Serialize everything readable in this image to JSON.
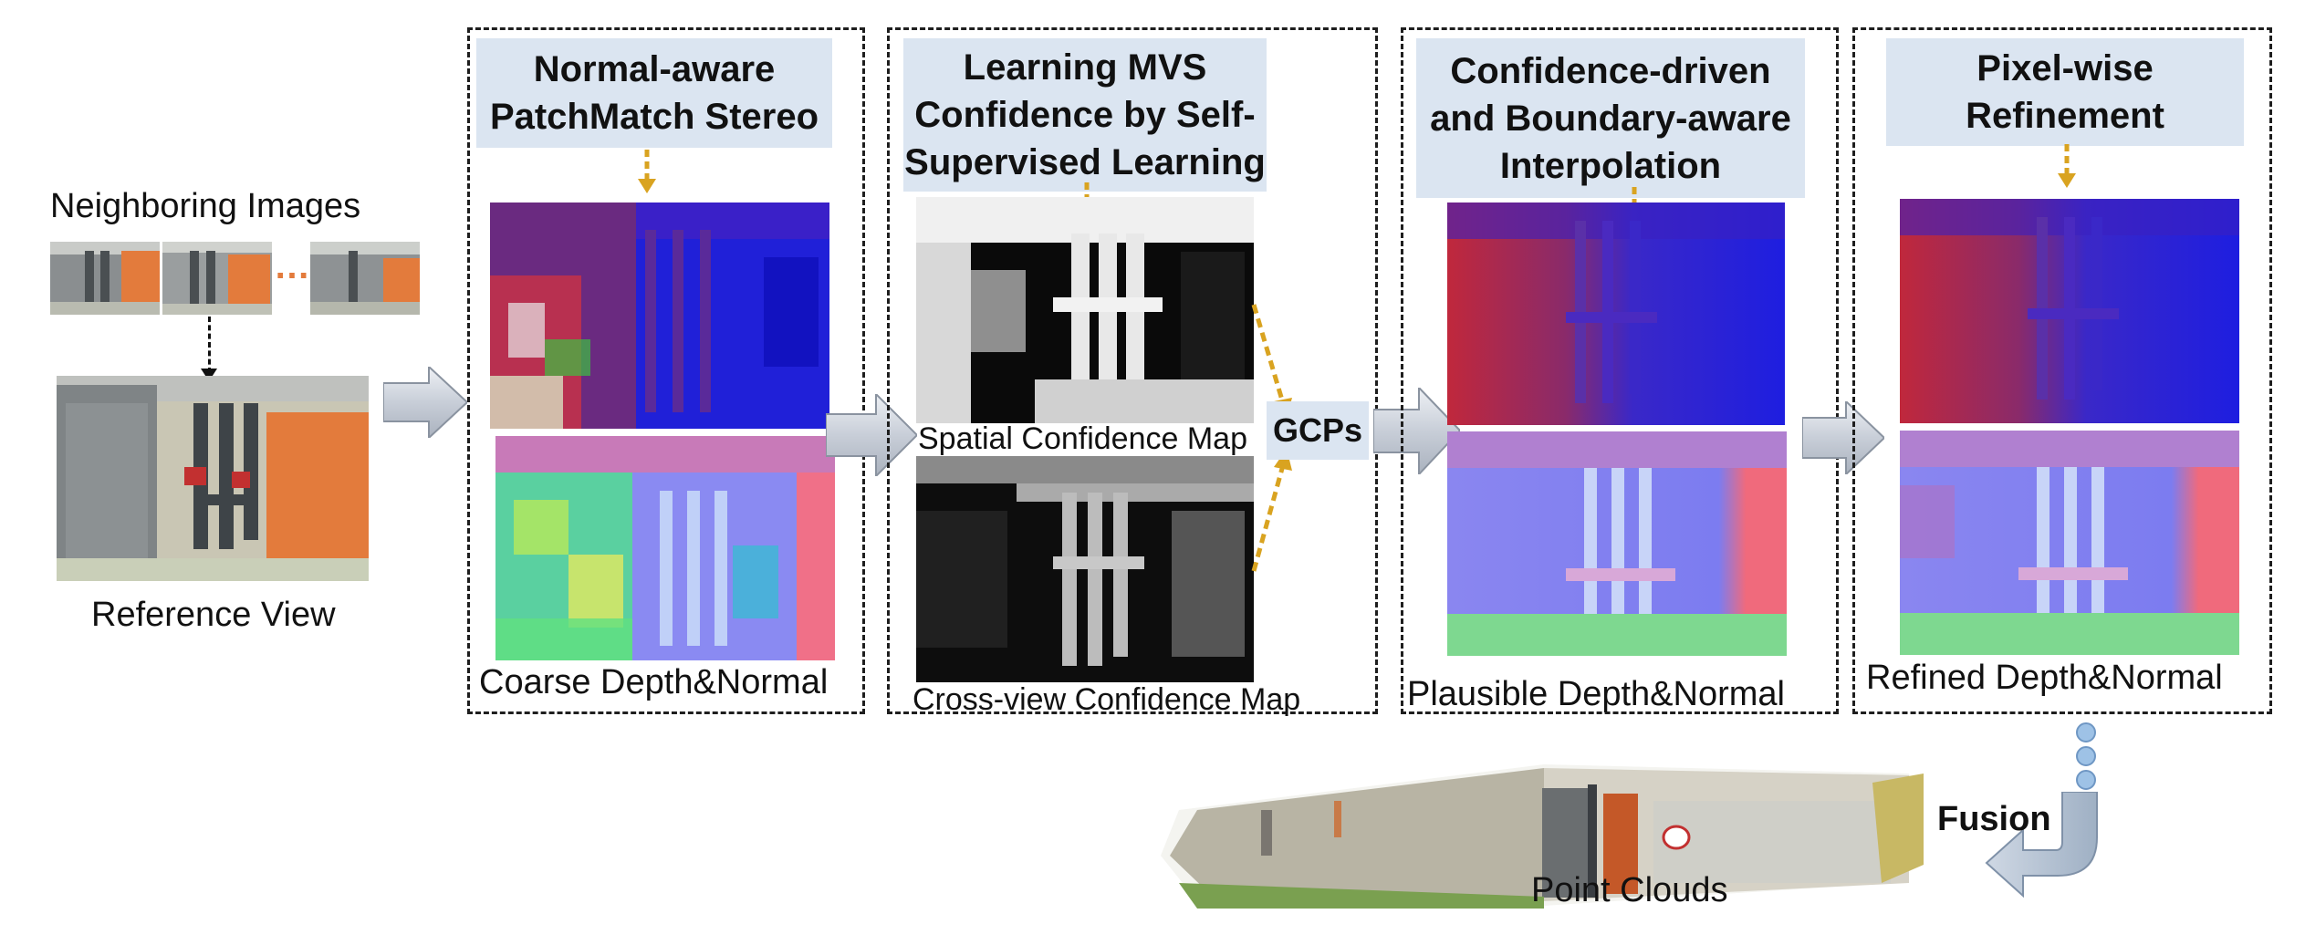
{
  "colors": {
    "title_bg": "#dbe5f1",
    "arrow_gold": "#d9a320",
    "arrow_gray": "#c9ced6",
    "dot_blue": "#9ec2e6",
    "orange": "#e37b3c"
  },
  "inputs": {
    "neighboring_label": "Neighboring Images",
    "reference_label": "Reference View",
    "ellipsis": "……"
  },
  "stage1": {
    "title": "Normal-aware PatchMatch Stereo",
    "caption": "Coarse Depth&Normal"
  },
  "stage2": {
    "title": "Learning MVS Confidence by Self-Supervised Learning",
    "spatial_label": "Spatial Confidence Map",
    "crossview_label": "Cross-view  Confidence Map",
    "gcps": "GCPs"
  },
  "stage3": {
    "title": "Confidence-driven and Boundary-aware Interpolation",
    "caption": "Plausible Depth&Normal"
  },
  "stage4": {
    "title": "Pixel-wise Refinement",
    "caption": "Refined Depth&Normal"
  },
  "output": {
    "fusion_label": "Fusion",
    "pointcloud_label": "Point Clouds"
  }
}
